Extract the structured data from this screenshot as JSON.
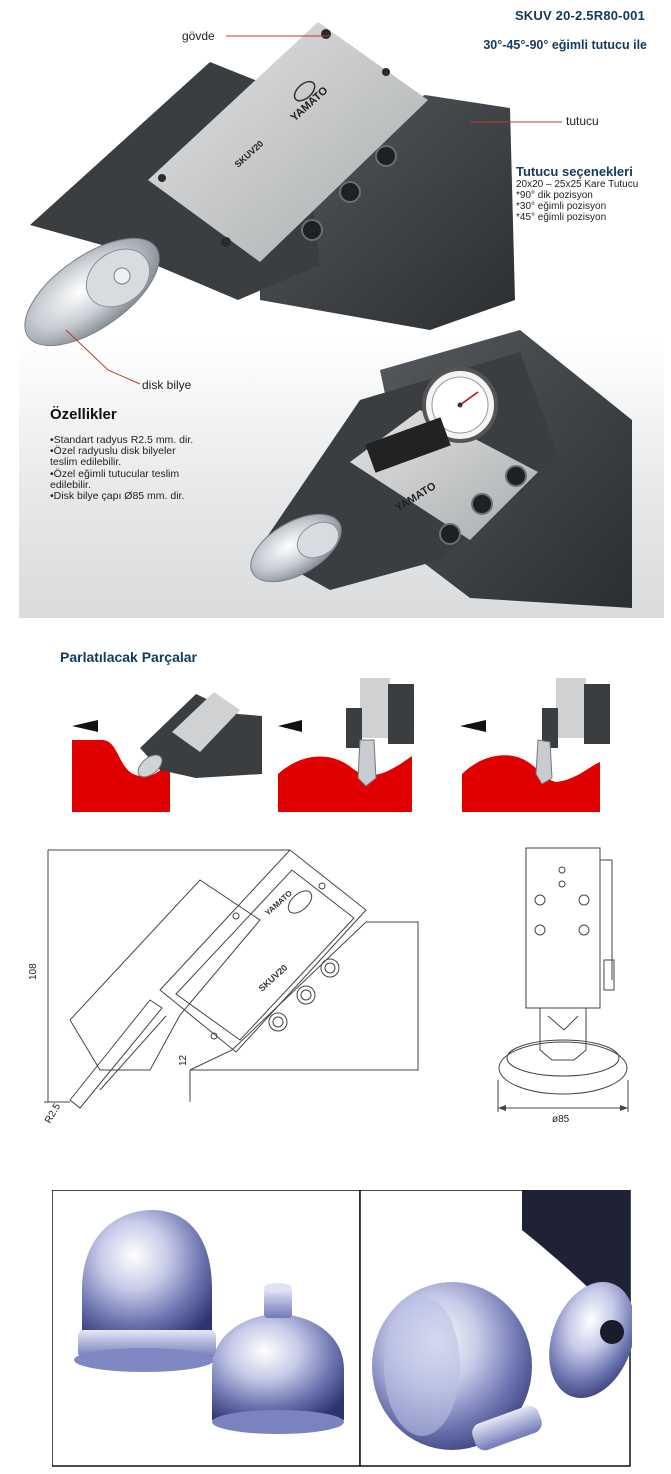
{
  "header": {
    "product_code": "SKUV 20-2.5R80-001",
    "subtitle": "30°-45°-90° eğimli tutucu ile"
  },
  "callouts": {
    "body": "gövde",
    "holder": "tutucu",
    "disk": "disk bilye"
  },
  "tool_marking": {
    "brand": "YAMATO",
    "model": "SKUV20"
  },
  "holder_options": {
    "title": "Tutucu seçenekleri",
    "lines": [
      "20x20 – 25x25 Kare Tutucu",
      "*90° dik pozisyon",
      "*30° eğimli pozisyon",
      "*45° eğimli pozisyon"
    ]
  },
  "features": {
    "title": "Özellikler",
    "lines": [
      "•Standart radyus R2.5 mm. dir.",
      "•Özel radyuslu disk bilyeler",
      "teslim edilebilir.",
      "•Özel eğimli tutucular teslim",
      "edilebilir.",
      "•Disk bilye çapı Ø85 mm. dir."
    ]
  },
  "parts": {
    "title": "Parlatılacak Parçalar"
  },
  "drawing": {
    "height_dim": "108",
    "offset_dim": "12",
    "radius_dim": "R2.5",
    "diameter_dim": "ø85"
  },
  "colors": {
    "accent_blue": "#123a5e",
    "part_red": "#e00000",
    "callout_line": "#c0392b",
    "dark_metal": "#3a3d40",
    "plate": "#c9cbcc"
  }
}
